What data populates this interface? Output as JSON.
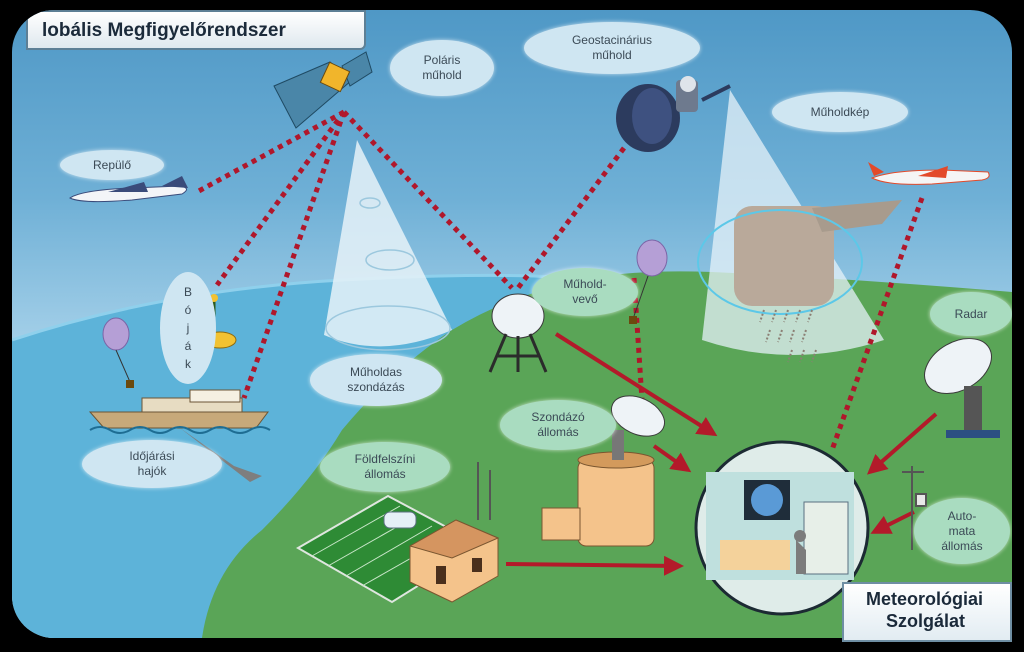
{
  "title": "lobális Megfigyelőrendszer",
  "labels": {
    "polaris": [
      "Poláris",
      "műhold"
    ],
    "geostacionarius": [
      "Geostacinárius",
      "műhold"
    ],
    "muholdkep": "Műholdkép",
    "repulo": "Repülő",
    "bojak": [
      "B",
      "ó",
      "j",
      "á",
      "k"
    ],
    "muholdvevo": [
      "Műhold-",
      "vevő"
    ],
    "radar": "Radar",
    "muholdas_szondazas": [
      "Műholdas",
      "szondázás"
    ],
    "szondazo_allomas": [
      "Szondázó",
      "állomás"
    ],
    "idojarasi_hajok": [
      "Időjárási",
      "hajók"
    ],
    "foldfelszini_allomas": [
      "Földfelszíni",
      "állomás"
    ],
    "automata_allomas": [
      "Auto-",
      "mata",
      "állomás"
    ]
  },
  "corner_title": [
    "Meteorológiai",
    "Szolgálat"
  ],
  "colors": {
    "sky": "#6fb0d6",
    "sea": "#5db3d9",
    "land": "#5aa557",
    "dotted_link": "#b0172b",
    "arrow": "#b31a2a",
    "label_bg": "#cfe6f2"
  }
}
